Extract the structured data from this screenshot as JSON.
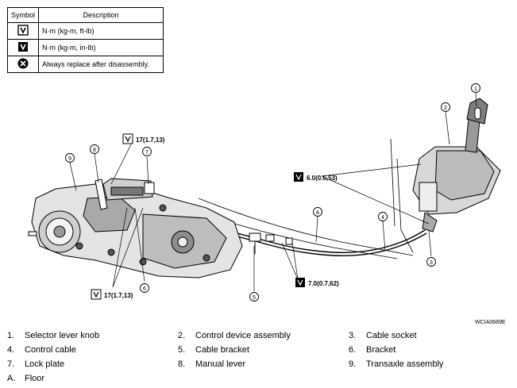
{
  "symbol_table": {
    "header_symbol": "Symbol",
    "header_description": "Description",
    "rows": [
      {
        "icon": "torque-wrench-icon",
        "description": "N·m (kg-m, ft-lb)"
      },
      {
        "icon": "torque-wrench-small-icon",
        "description": "N·m (kg-m, in-lb)"
      },
      {
        "icon": "always-replace-icon",
        "description": "Always replace after disassembly."
      }
    ]
  },
  "callouts": [
    "1",
    "2",
    "3",
    "4",
    "5",
    "6",
    "7",
    "8",
    "9",
    "A"
  ],
  "torque_specs": [
    {
      "id": "t1",
      "text": "17(1.7,13)"
    },
    {
      "id": "t2",
      "text": "6.0(0.6,53)"
    },
    {
      "id": "t3",
      "text": "17(1.7,13)"
    },
    {
      "id": "t4",
      "text": "7.0(0.7,62)"
    }
  ],
  "figure_code": "WCIA0689E",
  "legend": [
    {
      "num": "1.",
      "text": "Selector lever knob"
    },
    {
      "num": "2.",
      "text": "Control device assembly"
    },
    {
      "num": "3.",
      "text": "Cable socket"
    },
    {
      "num": "4.",
      "text": "Control cable"
    },
    {
      "num": "5.",
      "text": "Cable bracket"
    },
    {
      "num": "6.",
      "text": "Bracket"
    },
    {
      "num": "7.",
      "text": "Lock plate"
    },
    {
      "num": "8.",
      "text": "Manual lever"
    },
    {
      "num": "9.",
      "text": "Transaxle assembly"
    },
    {
      "num": "A.",
      "text": "Floor"
    }
  ]
}
